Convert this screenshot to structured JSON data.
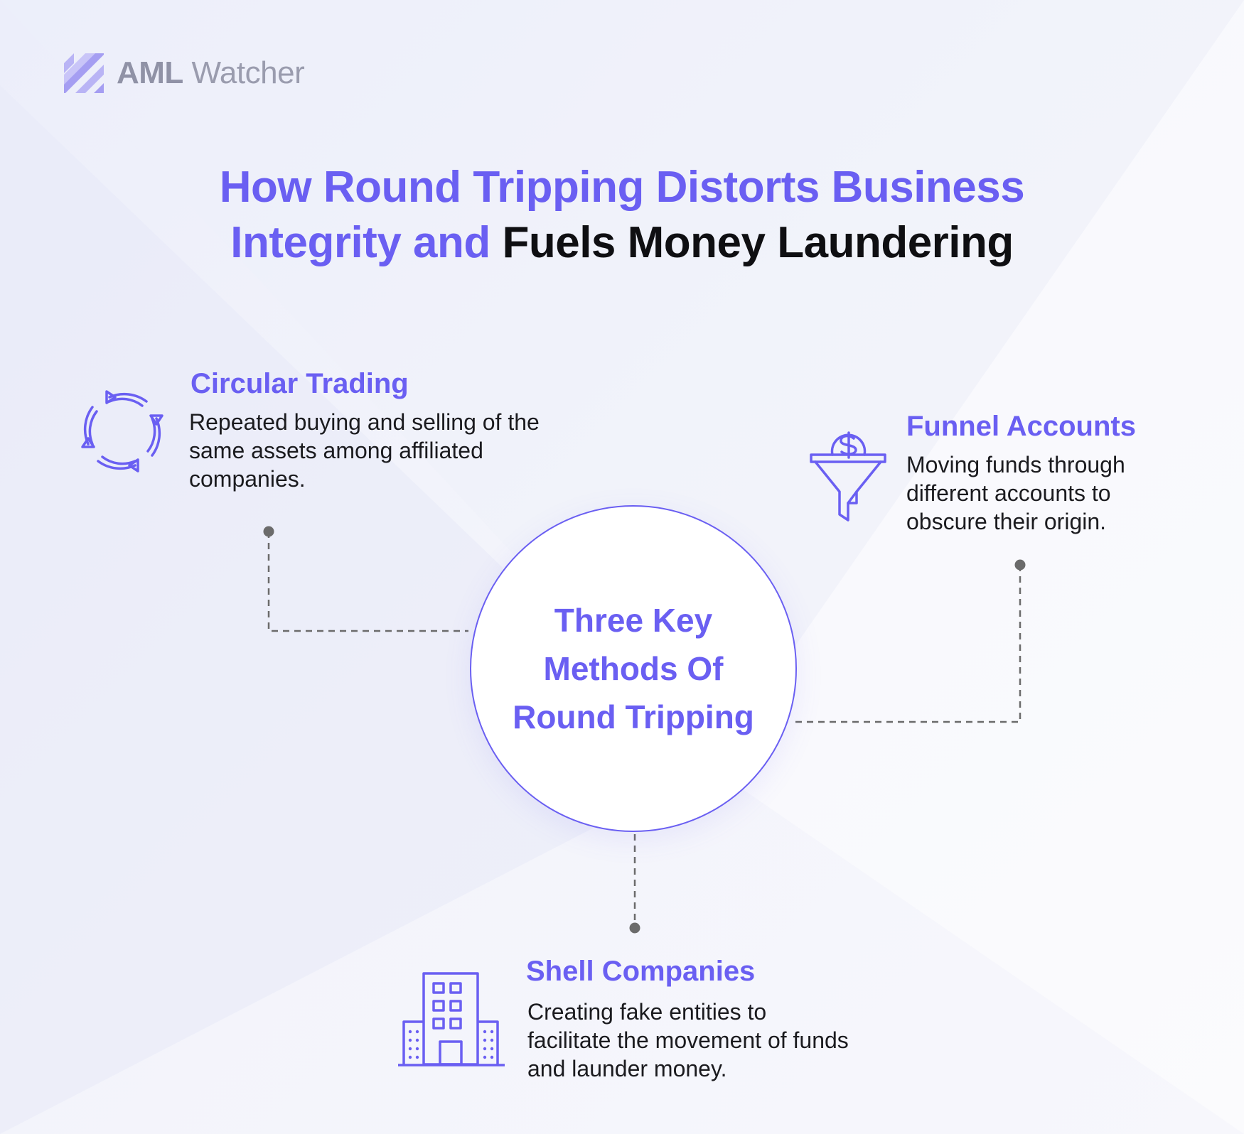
{
  "logo": {
    "strong": "AML",
    "light": " Watcher",
    "icon": "stripes-logo-icon"
  },
  "headline": {
    "line1": "How Round Tripping Distorts Business",
    "line2_accent": "Integrity and ",
    "line2_dark": "Fuels Money Laundering"
  },
  "center": {
    "label": "Three Key Methods Of Round Tripping"
  },
  "methods": [
    {
      "title": "Circular Trading",
      "description": "Repeated buying and selling of the same assets among affiliated companies.",
      "icon": "circular-arrows-icon"
    },
    {
      "title": "Funnel Accounts",
      "description": "Moving funds through different accounts to obscure their origin.",
      "icon": "dollar-funnel-icon"
    },
    {
      "title": "Shell Companies",
      "description": "Creating fake entities to facilitate the movement of funds and launder money.",
      "icon": "office-building-icon"
    }
  ],
  "colors": {
    "accent": "#6a5ff2",
    "text": "#1b1b1f",
    "connector": "#6b6b6b",
    "logo": "#9a9cae"
  }
}
